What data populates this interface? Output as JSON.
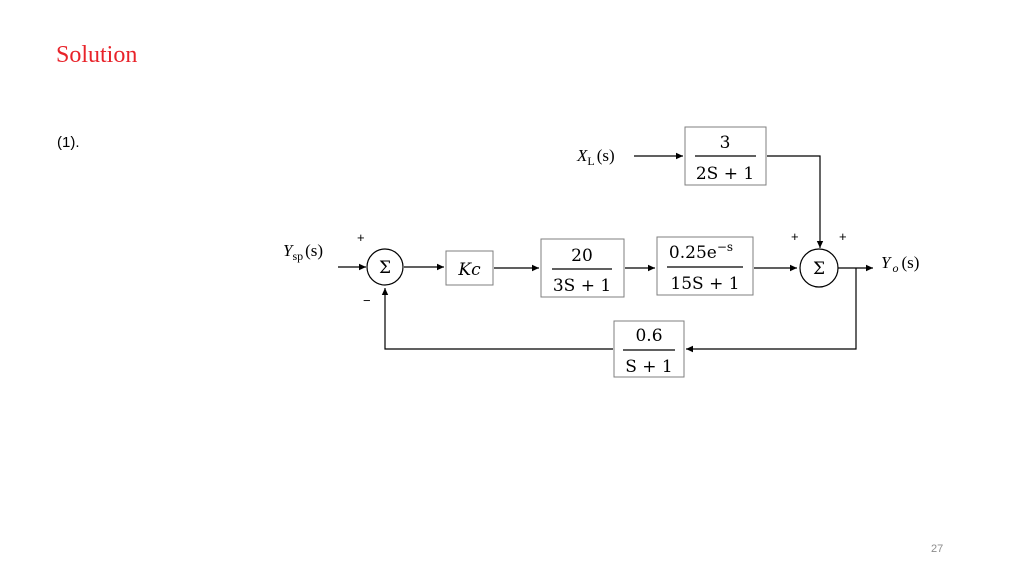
{
  "heading": "Solution",
  "part_label": "(1).",
  "page_number": "27",
  "signals": {
    "setpoint_main": "Y",
    "setpoint_sub": "sp",
    "setpoint_arg": "(s)",
    "load_main": "X",
    "load_sub": "L",
    "load_arg": "(s)",
    "output_main": "Y",
    "output_sub": "o",
    "output_arg": "(s)"
  },
  "blocks": {
    "controller": "Kc",
    "process_num": "20",
    "process_den": "3S + 1",
    "delay_num_coef": "0.25e",
    "delay_num_exp": "−s",
    "delay_den": "15S + 1",
    "load_num": "3",
    "load_den": "2S + 1",
    "sensor_num": "0.6",
    "sensor_den": "S + 1"
  },
  "summers": {
    "symbol": "Σ",
    "left_plus": "+",
    "left_minus": "−",
    "right_plus_a": "+",
    "right_plus_b": "+"
  }
}
